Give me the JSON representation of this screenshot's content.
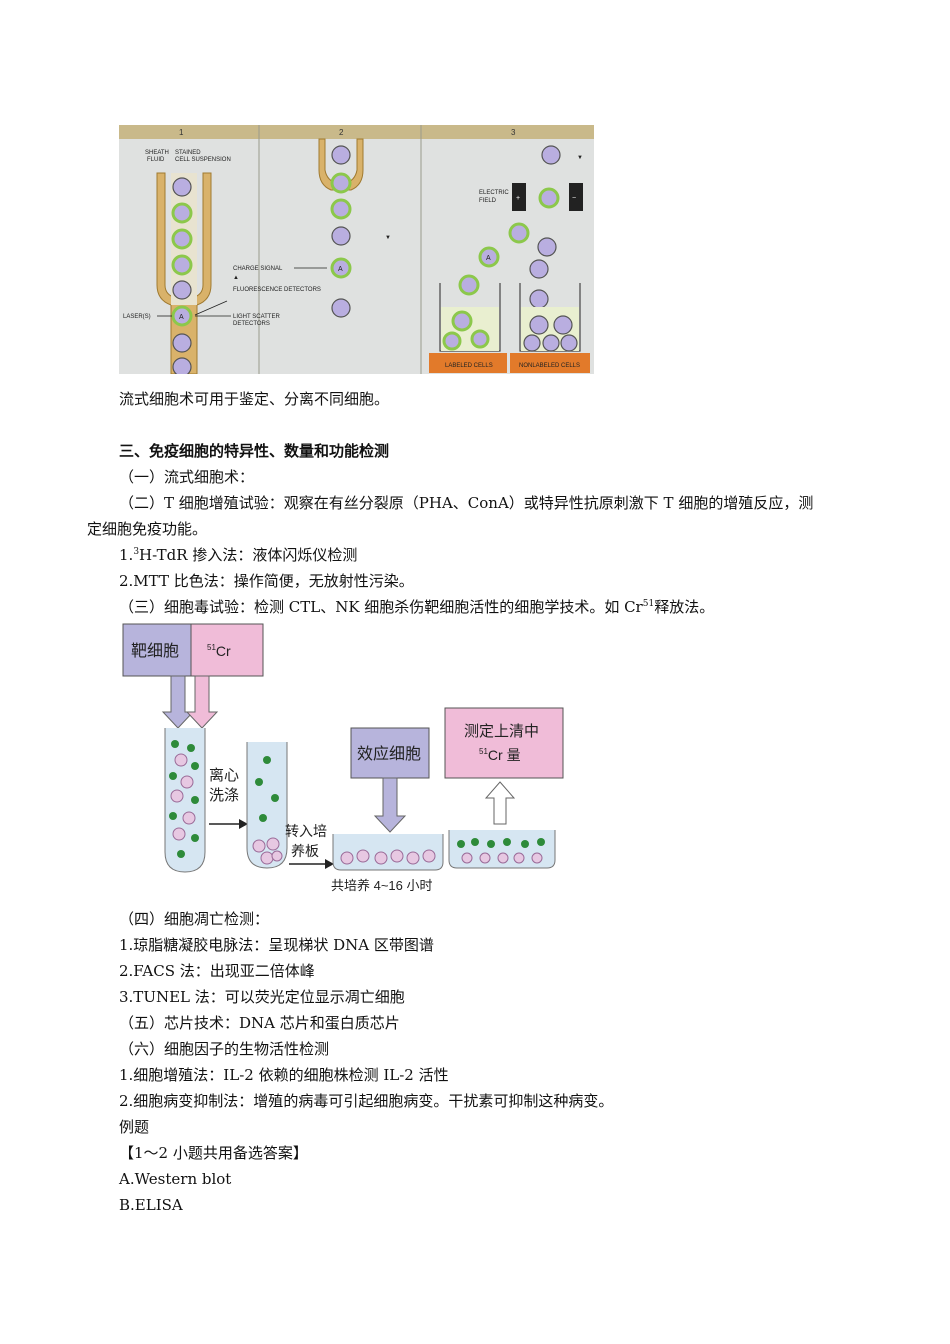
{
  "figure1": {
    "panel_labels": [
      "1",
      "2",
      "3"
    ],
    "sheath_fluid": [
      "SHEATH",
      "FLUID"
    ],
    "stained_cell": [
      "STAINED",
      "CELL SUSPENSION"
    ],
    "charge_signal": "CHARGE SIGNAL",
    "fluorescence_detectors": "FLUORESCENCE DETECTORS",
    "laser": "LASER(S)",
    "light_scatter": [
      "LIGHT SCATTER",
      "DETECTORS"
    ],
    "electric_field": [
      "ELECTRIC",
      "FIELD"
    ],
    "plus": "+",
    "minus": "−",
    "cell_mark": "A",
    "labeled_cells": "LABELED CELLS",
    "nonlabeled_cells": "NONLABELED CELLS"
  },
  "caption1": "流式细胞术可用于鉴定、分离不同细胞。",
  "section3": "三、免疫细胞的特异性、数量和功能检测",
  "s1": "（一）流式细胞术：",
  "s2_line1": "（二）T 细胞增殖试验：观察在有丝分裂原（PHA、ConA）或特异性抗原刺激下 T 细胞的增殖反应，测",
  "s2_line2": "定细胞免疫功能。",
  "m1_pre": "1.",
  "m1_sup": "3",
  "m1_post": "H-TdR 掺入法：液体闪烁仪检测",
  "m2": "2.MTT 比色法：操作简便，无放射性污染。",
  "s3_pre": "（三）细胞毒试验：检测 CTL、NK 细胞杀伤靶细胞活性的细胞学技术。如 Cr",
  "s3_sup": "51",
  "s3_post": "释放法。",
  "figure2": {
    "target_cell": "靶细胞",
    "cr_sup": "51",
    "cr": "Cr",
    "centrifuge": [
      "离心",
      "洗涤"
    ],
    "transfer": [
      "转入培",
      "养板"
    ],
    "effector": "效应细胞",
    "measure_line1": "测定上清中",
    "measure_sup": "51",
    "measure_line2": "Cr 量",
    "coculture": "共培养 4~16 小时"
  },
  "s4": "（四）细胞凋亡检测：",
  "a1": "1.琼脂糖凝胶电脉法：呈现梯状 DNA 区带图谱",
  "a2": "2.FACS 法：出现亚二倍体峰",
  "a3": "3.TUNEL 法：可以荧光定位显示凋亡细胞",
  "s5": "（五）芯片技术：DNA 芯片和蛋白质芯片",
  "s6": "（六）细胞因子的生物活性检测",
  "c1": "1.细胞增殖法：IL-2 依赖的细胞株检测 IL-2 活性",
  "c2": "2.细胞病变抑制法：增殖的病毒可引起细胞病变。干扰素可抑制这种病变。",
  "example": "例题",
  "shared": "【1～2 小题共用备选答案】",
  "optA": "A.Western blot",
  "optB": "B.ELISA"
}
